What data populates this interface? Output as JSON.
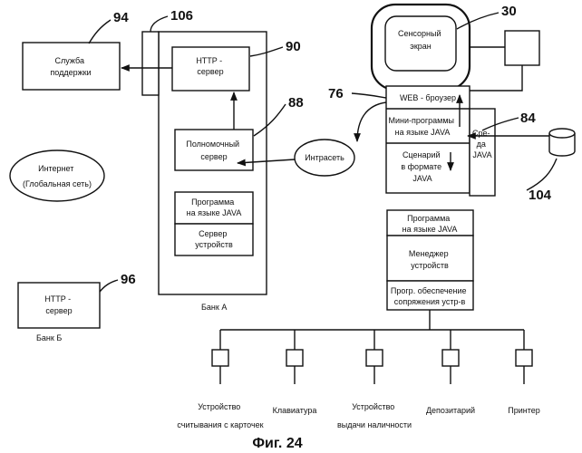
{
  "labels": {
    "support": [
      "Служба",
      "поддержки"
    ],
    "http_server_a": [
      "HTTP -",
      "сервер"
    ],
    "full_server": [
      "Полномочный",
      "сервер"
    ],
    "java_program_a": [
      "Программа",
      "на языке JAVA"
    ],
    "device_server": [
      "Сервер",
      "устройств"
    ],
    "bank_a": "Банк А",
    "internet": [
      "Интернет",
      "(Глобальная сеть)"
    ],
    "http_server_b": [
      "HTTP -",
      "сервер"
    ],
    "bank_b": "Банк Б",
    "intranet": "Интрасеть",
    "touch_screen": [
      "Сенсорный",
      "экран"
    ],
    "web_browser": "WEB - броузер",
    "mini_programs": [
      "Мини-программы",
      "на языке JAVA"
    ],
    "scenarios": [
      "Сценарий",
      "в формате",
      "JAVA"
    ],
    "java_env": [
      "Сре-",
      "да",
      "JAVA"
    ],
    "java_program_t": [
      "Программа",
      "на языке JAVA"
    ],
    "device_manager": [
      "Менеджер",
      "устройств"
    ],
    "interface_sw": [
      "Прогр. обеспечение",
      "сопряжения устр-в"
    ],
    "device_card_reader": [
      "Устройство",
      "считывания с карточек"
    ],
    "device_keyboard": [
      "Клавиатура"
    ],
    "device_cash": [
      "Устройство",
      "выдачи наличности"
    ],
    "device_depository": [
      "Депозитарий"
    ],
    "device_printer": [
      "Принтер"
    ],
    "caption": "Фиг. 24"
  },
  "refs": {
    "r94": "94",
    "r106": "106",
    "r90": "90",
    "r88": "88",
    "r96": "96",
    "r30": "30",
    "r76": "76",
    "r84": "84",
    "r104": "104"
  }
}
